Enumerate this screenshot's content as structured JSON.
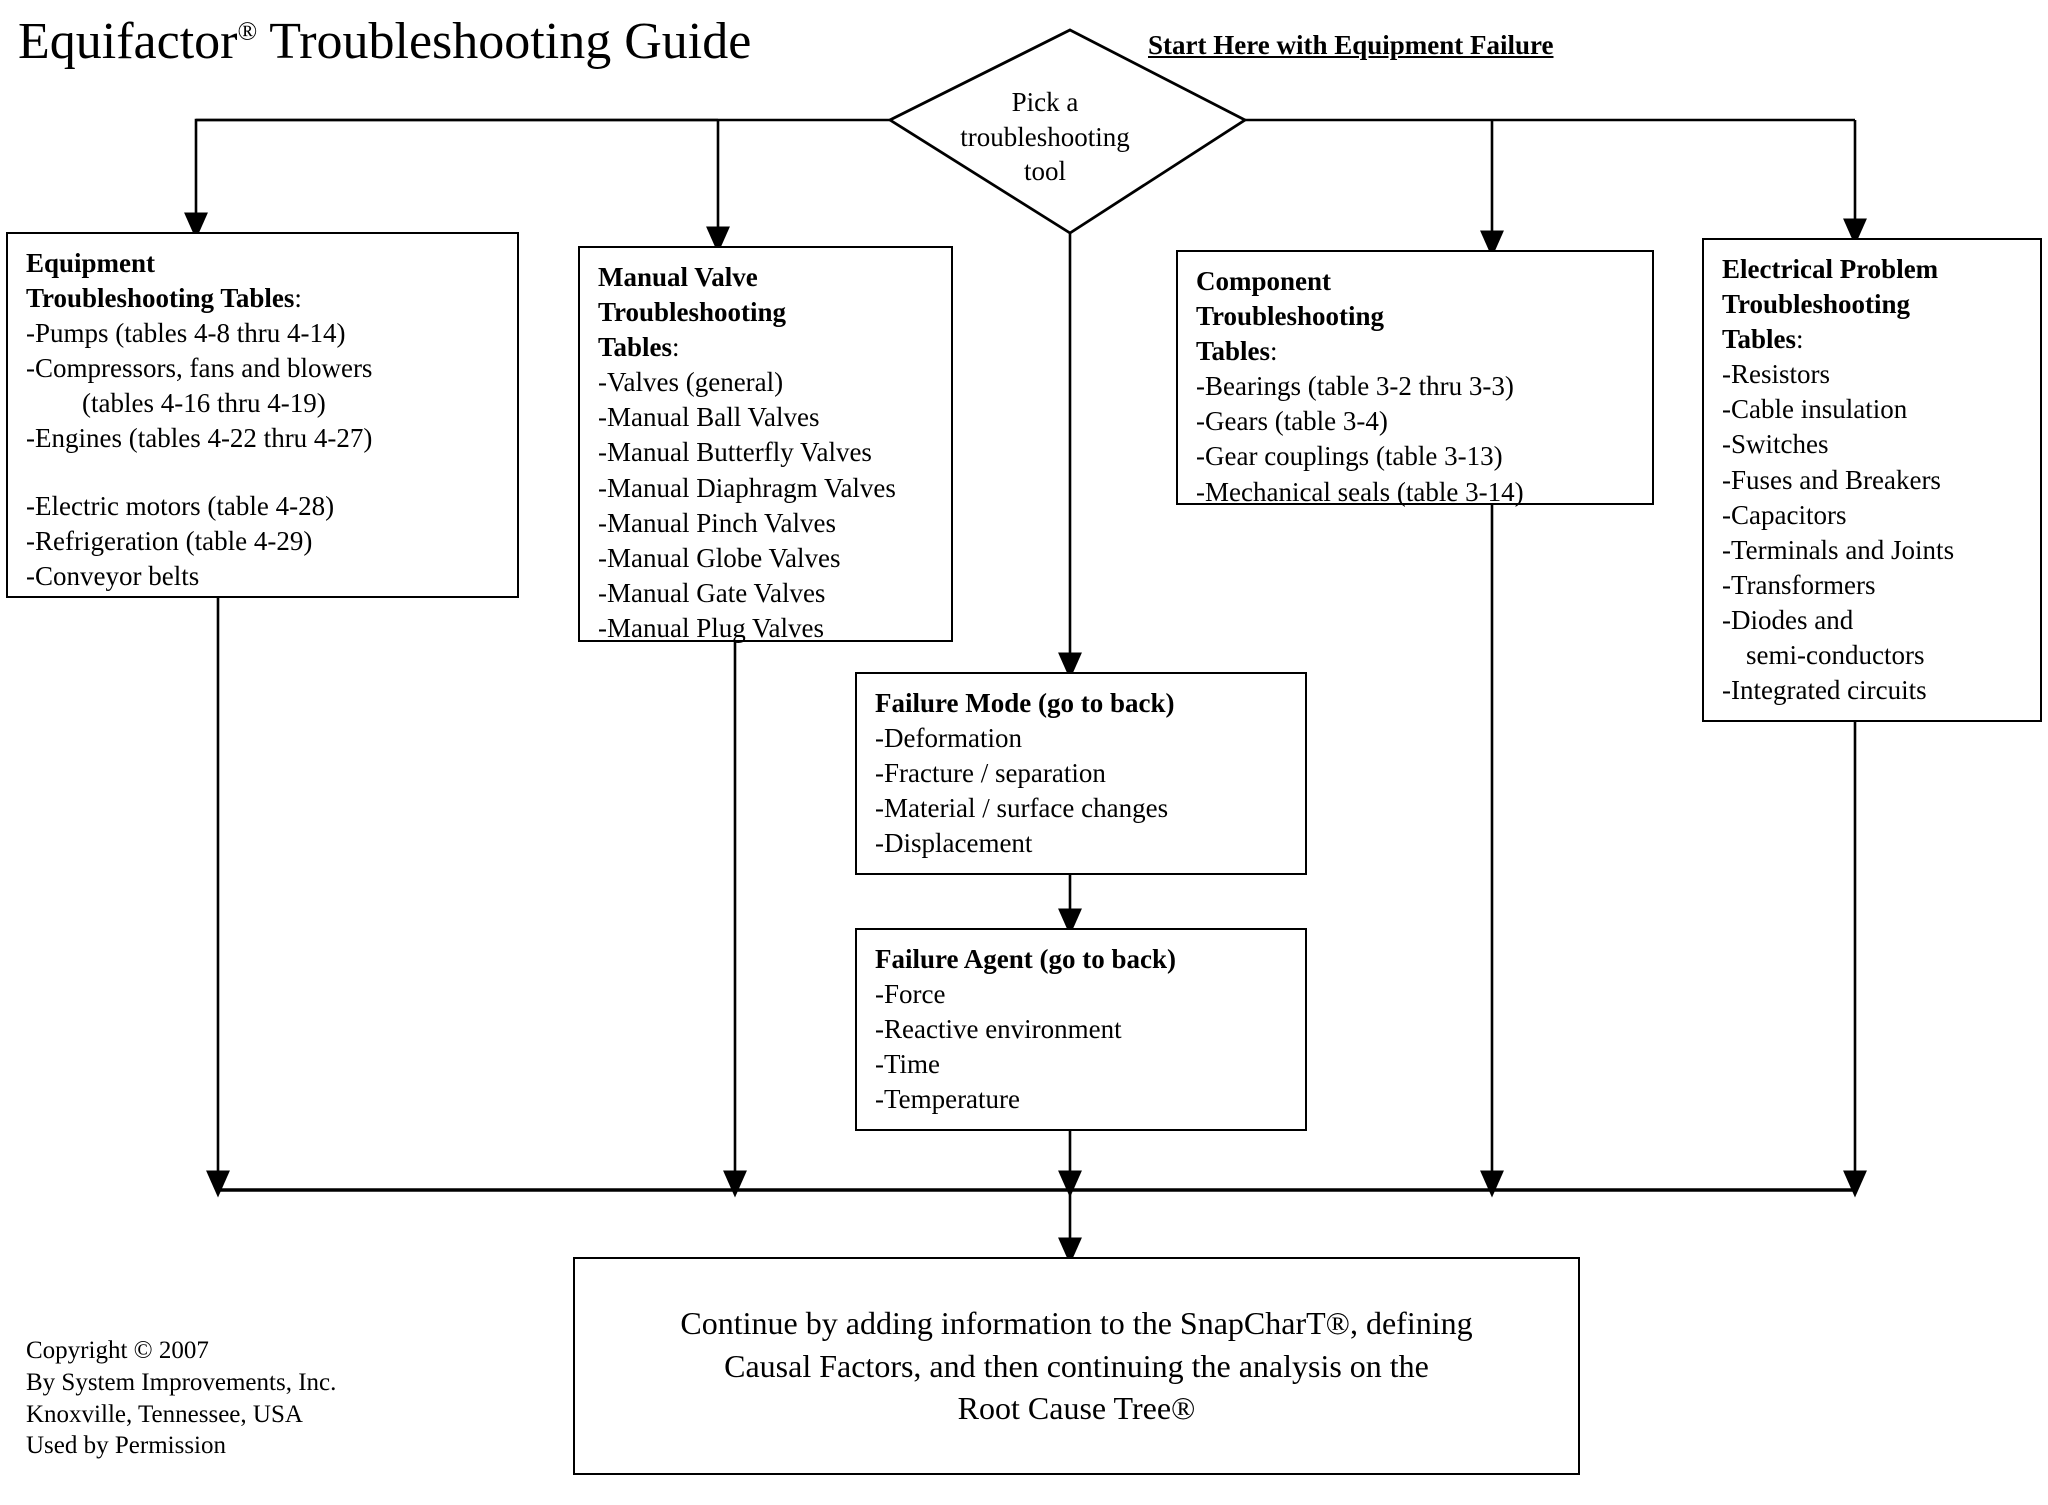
{
  "title": {
    "main": "Equifactor",
    "reg": "®",
    "rest": " Troubleshooting Guide"
  },
  "start_here": "Start Here with Equipment Failure",
  "decision": {
    "line1": "Pick a",
    "line2": "troubleshooting",
    "line3": "tool"
  },
  "boxes": {
    "equipment": {
      "heading_line1": "Equipment",
      "heading_line2": "Troubleshooting Tables",
      "heading_colon": ":",
      "items": [
        "-Pumps  (tables 4-8 thru 4-14)",
        "-Compressors, fans and blowers",
        "(tables 4-16 thru 4-19)",
        "-Engines (tables 4-22 thru 4-27)",
        "-Electric motors (table 4-28)",
        "-Refrigeration (table 4-29)",
        "-Conveyor belts"
      ]
    },
    "manual_valve": {
      "heading_line1": "Manual Valve",
      "heading_line2": "Troubleshooting",
      "heading_line3": "Tables",
      "heading_colon": ":",
      "items": [
        "-Valves (general)",
        "-Manual Ball Valves",
        "-Manual Butterfly Valves",
        "-Manual Diaphragm Valves",
        "-Manual Pinch Valves",
        "-Manual Globe Valves",
        "-Manual Gate Valves",
        "-Manual Plug Valves"
      ]
    },
    "component": {
      "heading_line1": "Component",
      "heading_line2": "Troubleshooting",
      "heading_line3": "Tables",
      "heading_colon": ":",
      "items": [
        "-Bearings  (table 3-2 thru 3-3)",
        "-Gears (table 3-4)",
        "-Gear couplings  (table 3-13)",
        "-Mechanical seals (table 3-14)"
      ]
    },
    "electrical": {
      "heading_line1": "Electrical Problem",
      "heading_line2": "Troubleshooting",
      "heading_line3": "Tables",
      "heading_colon": ":",
      "items": [
        "-Resistors",
        "-Cable insulation",
        "-Switches",
        "-Fuses and Breakers",
        "-Capacitors",
        "-Terminals and Joints",
        "-Transformers",
        "-Diodes and",
        "semi-conductors",
        "-Integrated circuits"
      ]
    },
    "failure_mode": {
      "heading": "Failure Mode (go to back)",
      "items": [
        "-Deformation",
        "-Fracture /   separation",
        "-Material /  surface changes",
        "-Displacement"
      ]
    },
    "failure_agent": {
      "heading": "Failure Agent (go to back)",
      "items": [
        "-Force",
        "-Reactive  environment",
        "-Time",
        "-Temperature"
      ]
    },
    "continue": {
      "line1": "Continue by adding information to the SnapCharT®, defining",
      "line2": "Causal Factors, and then continuing the analysis on the",
      "line3": "Root Cause Tree®"
    }
  },
  "copyright": {
    "line1": "Copyright ©  2007",
    "line2": "By System Improvements, Inc.",
    "line3": "Knoxville, Tennessee, USA",
    "line4": "Used by Permission"
  },
  "colors": {
    "stroke": "#000000",
    "background": "#ffffff"
  }
}
